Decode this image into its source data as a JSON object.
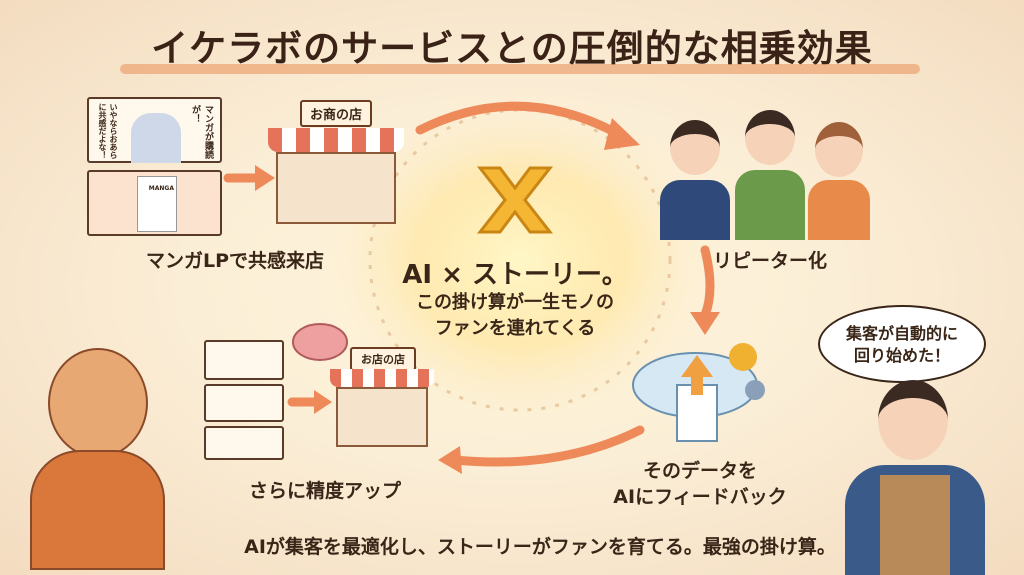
{
  "title": "イケラボのサービスとの圧倒的な相乗効果",
  "steps": {
    "manga_lp": "マンガLPで共感来店",
    "repeater": "リピーター化",
    "feedback_line1": "そのデータを",
    "feedback_line2": "AIにフィードバック",
    "accuracy": "さらに精度アップ"
  },
  "center": {
    "headline": "AI × ストーリー。",
    "sub_line1": "この掛け算が一生モノの",
    "sub_line2": "ファンを連れてくる"
  },
  "manga": {
    "bubble_1": "マンガが購読が！",
    "bubble_2": "いやならおあらに共感だよな！",
    "screen_label": "MANGA"
  },
  "shops": {
    "sign_top": "お商の店",
    "sign_bottom": "お店の店"
  },
  "owner_speech": {
    "line1": "集客が自動的に",
    "line2": "回り始めた！"
  },
  "tagline": "AIが集客を最適化し、ストーリーがファンを育てる。最強の掛け算。",
  "colors": {
    "arrow": "#ee8a5a",
    "cross": "#f5b733",
    "awning": "#e4735a"
  }
}
